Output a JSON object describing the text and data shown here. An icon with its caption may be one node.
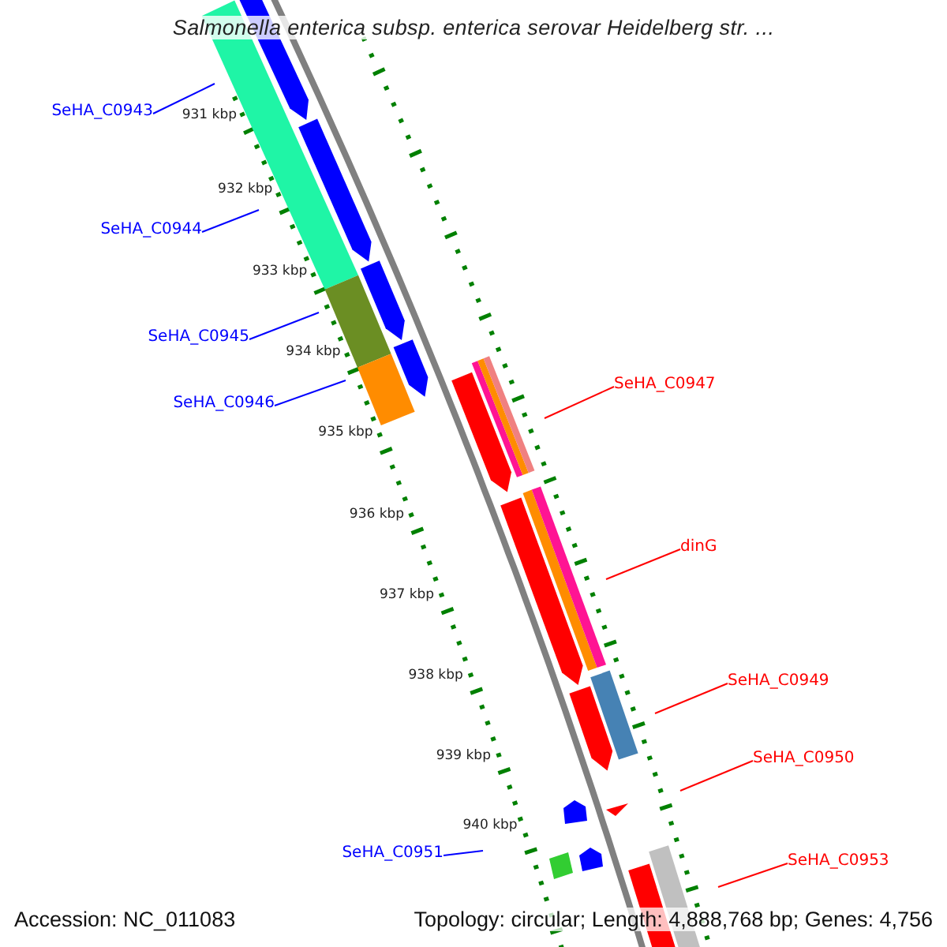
{
  "diagram": {
    "title": "Salmonella enterica subsp. enterica serovar Heidelberg str. ...",
    "nodes": [
      {
        "text": [
          "SeHA_C0943"
        ]
      },
      {
        "text": [
          "SeHA_C0944"
        ]
      },
      {
        "text": [
          "SeHA_C0945"
        ]
      },
      {
        "text": [
          "SeHA_C0947"
        ]
      },
      {
        "text": [
          "SeHA_C0946"
        ]
      },
      {
        "text": [
          "dinG"
        ]
      },
      {
        "text": [
          "SeHA_C0949"
        ]
      },
      {
        "text": [
          "SeHA_C0950"
        ]
      },
      {
        "text": [
          "SeHA_C0951"
        ]
      },
      {
        "text": [
          "SeHA_C0953"
        ]
      }
    ],
    "edges": [
      {
        "from": 0,
        "to": null,
        "arrow": "none",
        "color": "#0000ff"
      },
      {
        "from": 1,
        "to": null,
        "arrow": "none",
        "color": "#0000ff"
      },
      {
        "from": 2,
        "to": null,
        "arrow": "none",
        "color": "#0000ff"
      },
      {
        "from": 3,
        "to": null,
        "arrow": "none",
        "color": "#ff0000"
      },
      {
        "from": 4,
        "to": null,
        "arrow": "none",
        "color": "#0000ff"
      },
      {
        "from": 5,
        "to": null,
        "arrow": "none",
        "color": "#ff0000"
      },
      {
        "from": 6,
        "to": null,
        "arrow": "none",
        "color": "#ff0000"
      },
      {
        "from": 7,
        "to": null,
        "arrow": "none",
        "color": "#ff0000"
      },
      {
        "from": 8,
        "to": null,
        "arrow": "none",
        "color": "#0000ff"
      },
      {
        "from": 9,
        "to": null,
        "arrow": "none",
        "color": "#ff0000"
      }
    ],
    "labels": [
      "931 kbp",
      "932 kbp",
      "933 kbp",
      "934 kbp",
      "935 kbp",
      "936 kbp",
      "937 kbp",
      "938 kbp",
      "939 kbp",
      "940 kbp",
      "Accession: NC_011083",
      "Topology: circular; Length: 4,888,768 bp; Genes: 4,756"
    ]
  }
}
